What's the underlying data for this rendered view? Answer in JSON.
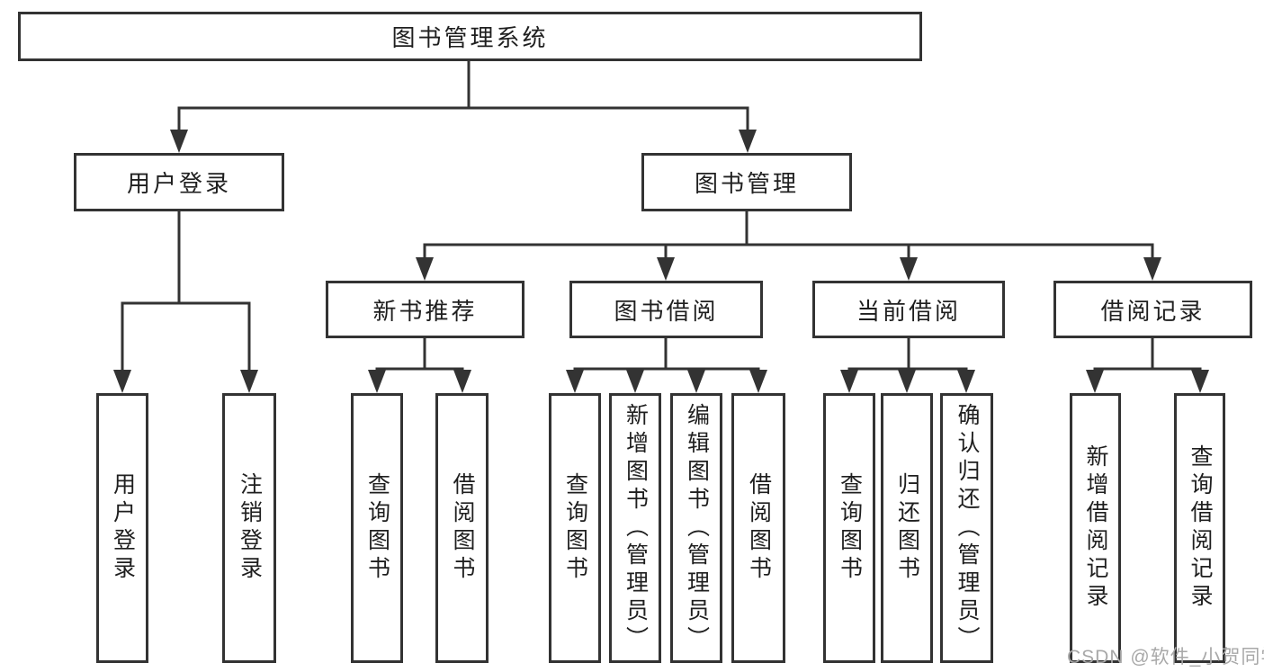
{
  "tree": {
    "root": {
      "label": "图书管理系统",
      "children": [
        {
          "label": "用户登录",
          "children": [
            {
              "label": "用户登录"
            },
            {
              "label": "注销登录"
            }
          ]
        },
        {
          "label": "图书管理",
          "children": [
            {
              "label": "新书推荐",
              "children": [
                {
                  "label": "查询图书"
                },
                {
                  "label": "借阅图书"
                }
              ]
            },
            {
              "label": "图书借阅",
              "children": [
                {
                  "label": "查询图书"
                },
                {
                  "label": "新增图书（管理员）"
                },
                {
                  "label": "编辑图书（管理员）"
                },
                {
                  "label": "借阅图书"
                }
              ]
            },
            {
              "label": "当前借阅",
              "children": [
                {
                  "label": "查询图书"
                },
                {
                  "label": "归还图书"
                },
                {
                  "label": "确认归还（管理员）"
                }
              ]
            },
            {
              "label": "借阅记录",
              "children": [
                {
                  "label": "新增借阅记录"
                },
                {
                  "label": "查询借阅记录"
                }
              ]
            }
          ]
        }
      ]
    }
  },
  "watermark": {
    "text": "CSDN @软件_小贺同学"
  },
  "colors": {
    "line": "#333333",
    "text": "#1f1f1f",
    "watermark": "#a8a8a8",
    "background": "#ffffff"
  }
}
